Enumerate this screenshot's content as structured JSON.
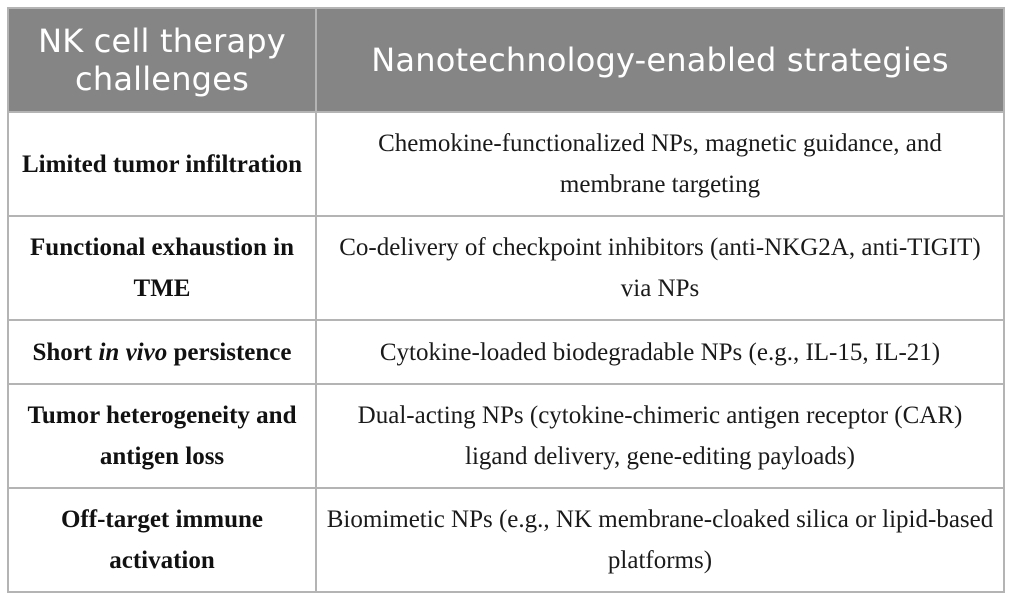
{
  "table": {
    "headers": {
      "challenges": "NK cell therapy challenges",
      "strategies": "Nanotechnology-enabled strategies"
    },
    "rows": [
      {
        "challenge": "Limited tumor infiltration",
        "strategy": "Chemokine-functionalized NPs, magnetic guidance, and membrane targeting"
      },
      {
        "challenge": "Functional exhaustion in TME",
        "strategy": "Co-delivery of checkpoint inhibitors (anti-NKG2A, anti-TIGIT) via NPs"
      },
      {
        "challenge": {
          "prefix": "Short ",
          "italic": "in vivo",
          "suffix": " persistence"
        },
        "strategy": "Cytokine-loaded biodegradable NPs (e.g., IL-15, IL-21)"
      },
      {
        "challenge": "Tumor heterogeneity and antigen loss",
        "strategy": "Dual-acting NPs (cytokine-chimeric antigen receptor (CAR) ligand delivery, gene-editing payloads)"
      },
      {
        "challenge": "Off-target immune activation",
        "strategy": "Biomimetic NPs (e.g., NK membrane-cloaked silica or lipid-based platforms)"
      }
    ]
  }
}
